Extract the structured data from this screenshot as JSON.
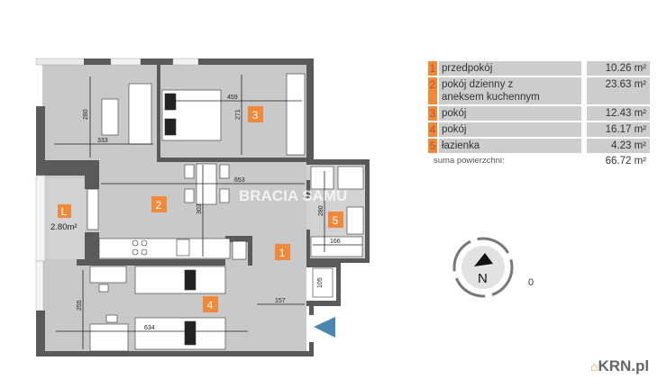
{
  "rooms": [
    {
      "number": "1",
      "name": "przedpokój",
      "area": "10.26 m²"
    },
    {
      "number": "2",
      "name": "pokój dzienny z aneksem kuchennym",
      "area": "23.63 m²"
    },
    {
      "number": "3",
      "name": "pokój",
      "area": "12.43 m²"
    },
    {
      "number": "4",
      "name": "pokój",
      "area": "16.17 m²"
    },
    {
      "number": "5",
      "name": "łazienka",
      "area": "4.23 m²"
    }
  ],
  "total": {
    "label": "suma powierzchni:",
    "value": "66.72 m²"
  },
  "plan": {
    "room_labels": [
      "1",
      "2",
      "3",
      "4",
      "5"
    ],
    "loggia_label": "L",
    "loggia_area": "2.80m²",
    "dimensions": {
      "d280a": "280",
      "d333": "333",
      "d459": "459",
      "d271": "271",
      "d653": "653",
      "d303": "303",
      "d280b": "280",
      "d166": "166",
      "d105": "105",
      "d157": "157",
      "d255": "255",
      "d634": "634"
    },
    "watermark": "BRACIA SAMU"
  },
  "compass": {
    "label": "N",
    "icon": "north-arrow-icon"
  },
  "scale_label": "0",
  "logo": {
    "text": "KRN.pl",
    "icon": "house-icon"
  },
  "colors": {
    "accent": "#f08a3a",
    "wall": "#5a5a5a",
    "floor": "#c9c9c9",
    "entrance": "#4a86b0"
  }
}
